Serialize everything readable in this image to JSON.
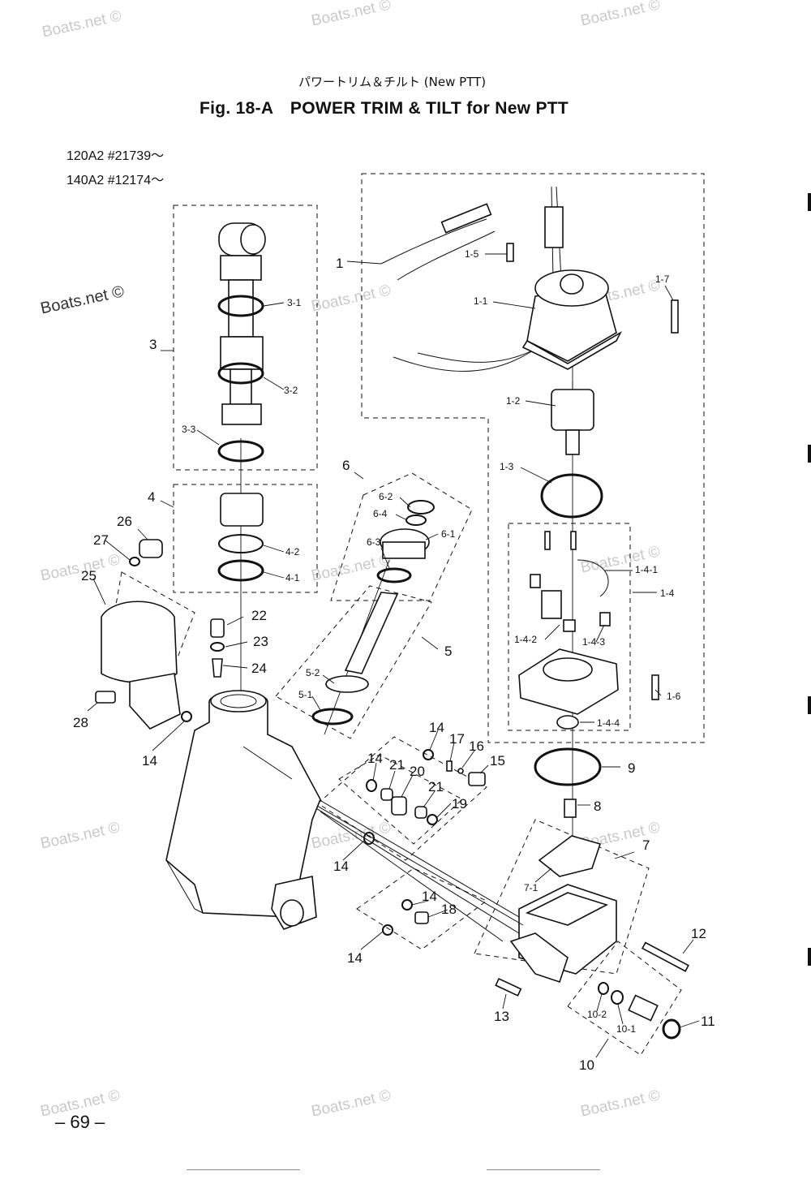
{
  "header": {
    "japanese_title": "パワートリム＆チルト (New PTT)",
    "figure_title": "Fig. 18-A　POWER TRIM & TILT  for New PTT",
    "models": [
      "120A2  #21739～",
      "140A2  #12174～"
    ]
  },
  "watermark": "Boats.net ©",
  "footer": {
    "page_number": "– 69 –"
  },
  "callouts": {
    "p1": "1",
    "p1_1": "1-1",
    "p1_2": "1-2",
    "p1_3": "1-3",
    "p1_4": "1-4",
    "p1_4_1": "1-4-1",
    "p1_4_2": "1-4-2",
    "p1_4_3": "1-4-3",
    "p1_4_4": "1-4-4",
    "p1_5": "1-5",
    "p1_6": "1-6",
    "p1_7": "1-7",
    "p3": "3",
    "p3_1": "3-1",
    "p3_2": "3-2",
    "p3_3": "3-3",
    "p4": "4",
    "p4_1": "4-1",
    "p4_2": "4-2",
    "p5": "5",
    "p5_1": "5-1",
    "p5_2": "5-2",
    "p6": "6",
    "p6_1": "6-1",
    "p6_2": "6-2",
    "p6_3": "6-3",
    "p6_4": "6-4",
    "p7": "7",
    "p7_1": "7-1",
    "p8": "8",
    "p9": "9",
    "p10": "10",
    "p10_1": "10-1",
    "p10_2": "10-2",
    "p11": "11",
    "p12": "12",
    "p13": "13",
    "p14": "14",
    "p15": "15",
    "p16": "16",
    "p17": "17",
    "p18": "18",
    "p19": "19",
    "p20": "20",
    "p21": "21",
    "p22": "22",
    "p23": "23",
    "p24": "24",
    "p25": "25",
    "p26": "26",
    "p27": "27",
    "p28": "28"
  }
}
